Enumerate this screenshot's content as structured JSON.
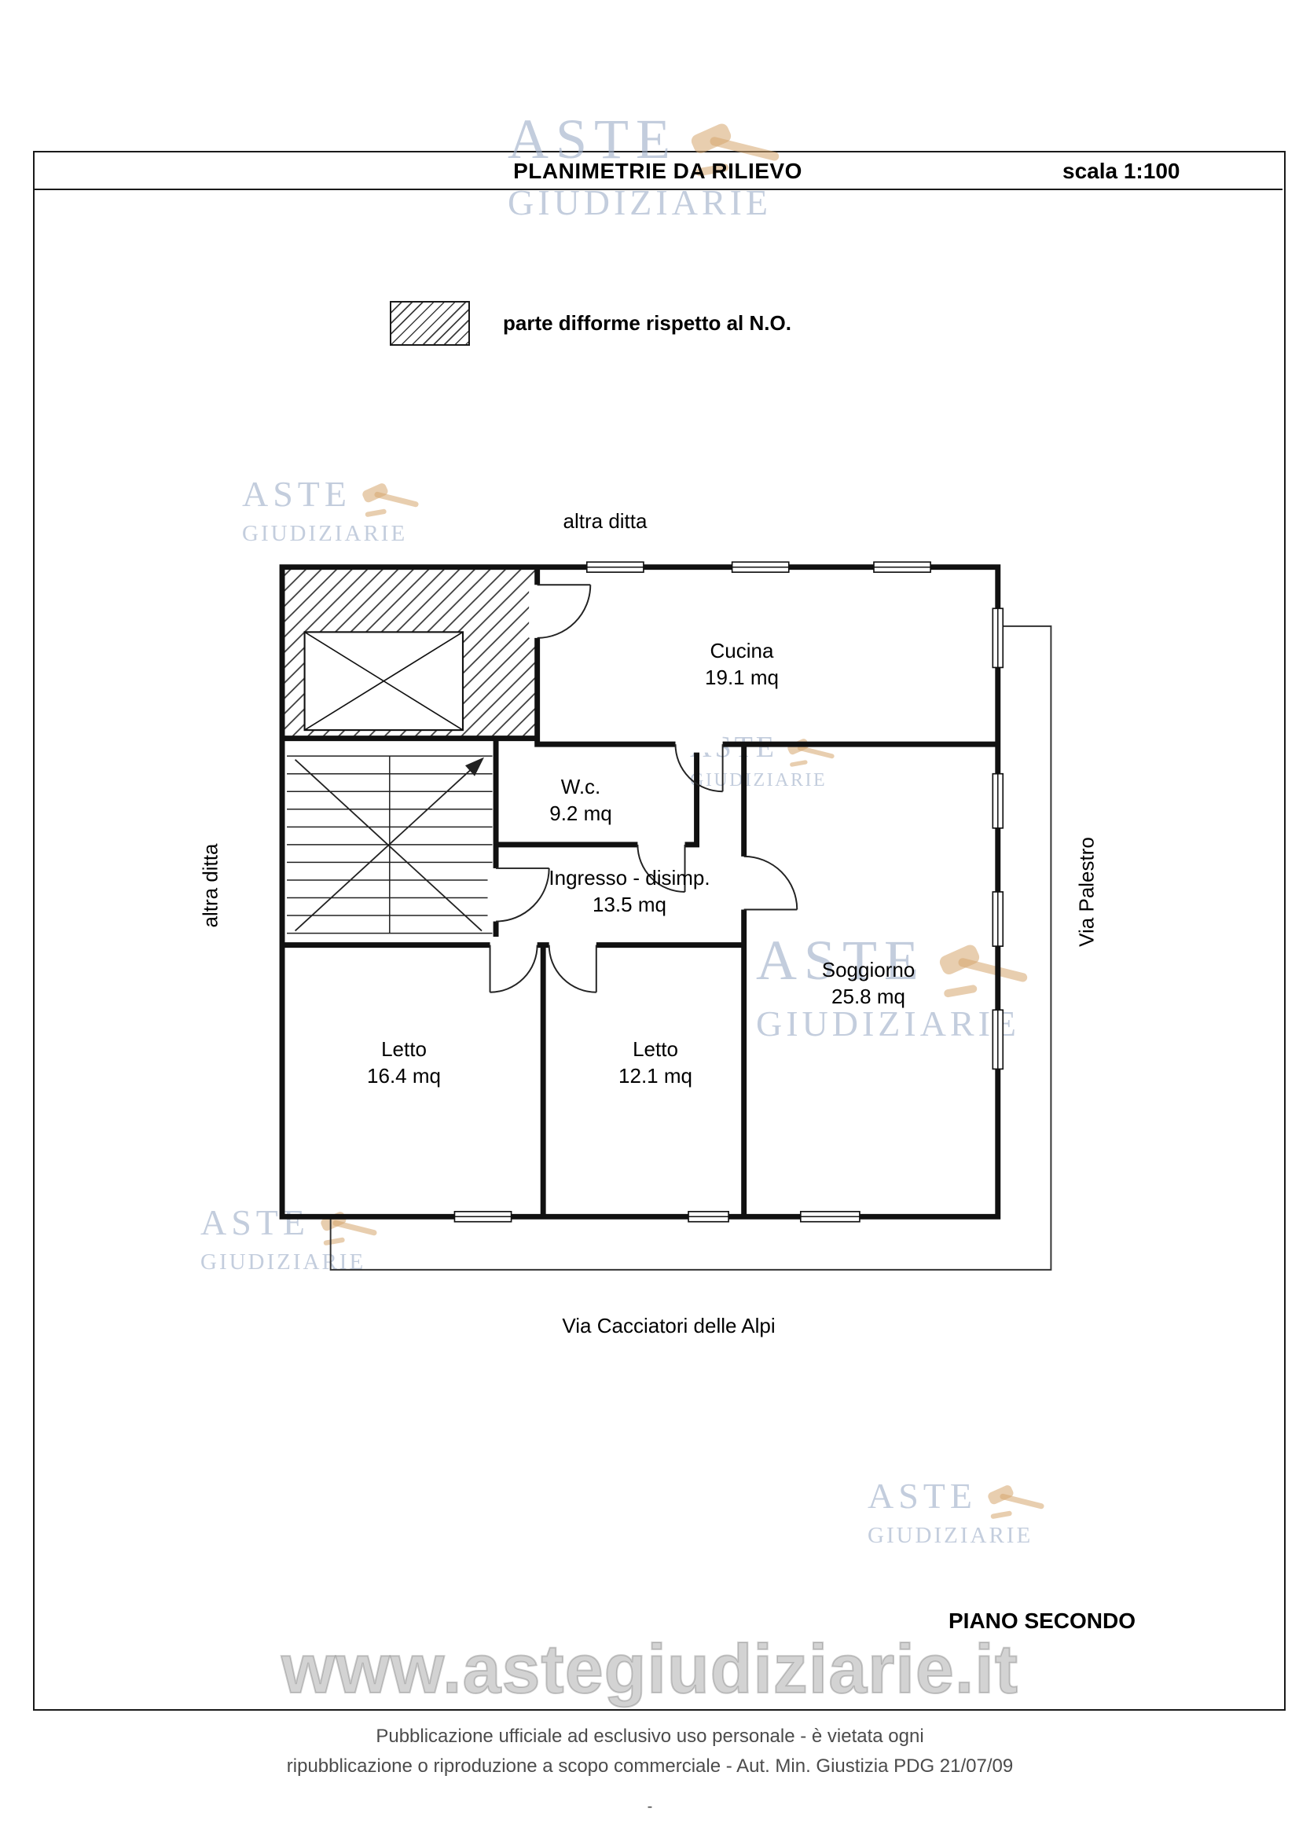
{
  "header": {
    "title": "PLANIMETRIE DA RILIEVO",
    "scale": "scala 1:100"
  },
  "legend": {
    "label": "parte difforme rispetto al N.O."
  },
  "plan": {
    "surroundings": {
      "top": "altra ditta",
      "left": "altra ditta",
      "right": "Via Palestro",
      "bottom": "Via Cacciatori delle Alpi"
    },
    "rooms": [
      {
        "name": "Cucina",
        "area": "19.1 mq"
      },
      {
        "name": "W.c.",
        "area": "9.2 mq"
      },
      {
        "name": "Ingresso - disimp.",
        "area": "13.5 mq"
      },
      {
        "name": "Soggiorno",
        "area": "25.8 mq"
      },
      {
        "name": "Letto",
        "area": "16.4 mq"
      },
      {
        "name": "Letto",
        "area": "12.1 mq"
      }
    ],
    "floor_label": "PIANO SECONDO"
  },
  "watermark": {
    "word1": "ASTE",
    "word2": "GIUDIZIARIE",
    "url": "www.astegiudiziarie.it"
  },
  "footer": {
    "line1": "Pubblicazione ufficiale ad esclusivo uso personale - è vietata ogni",
    "line2": "ripubblicazione o riproduzione a scopo commerciale - Aut. Min. Giustizia PDG 21/07/09",
    "page_mark": "-"
  },
  "colors": {
    "ink": "#1a1a1a",
    "watermark_text": "#9eafc8",
    "gavel": "#d6a66e"
  }
}
